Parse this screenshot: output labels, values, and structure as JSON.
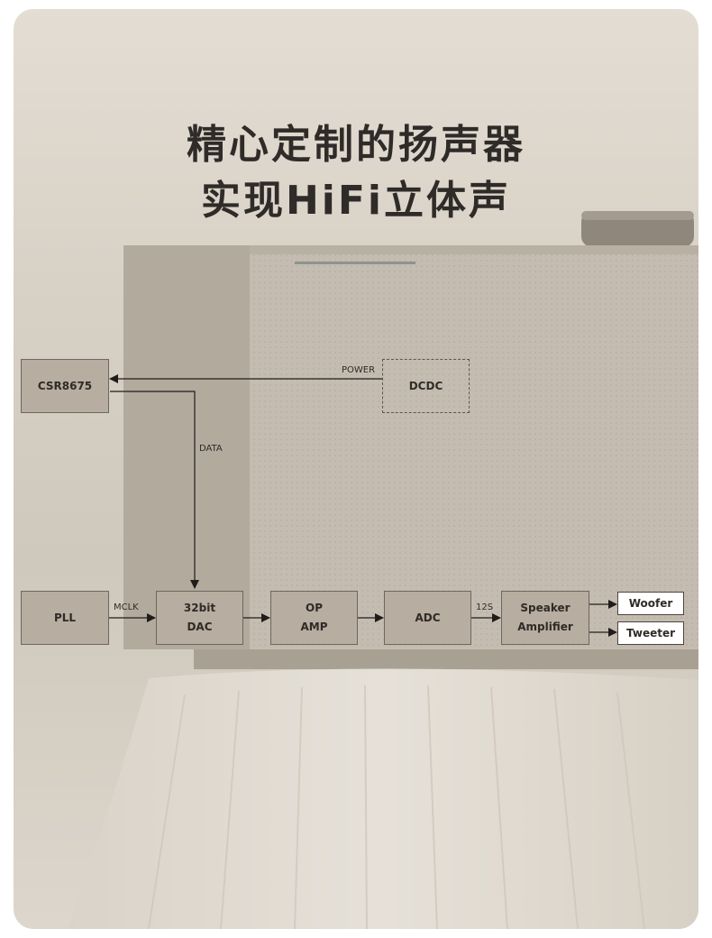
{
  "title": {
    "line1": "精心定制的扬声器",
    "line2": "实现HiFi立体声"
  },
  "diagram": {
    "blocks": {
      "csr": "CSR8675",
      "dcdc": "DCDC",
      "pll": "PLL",
      "dac_line1": "32bit",
      "dac_line2": "DAC",
      "op_line1": "OP",
      "op_line2": "AMP",
      "adc": "ADC",
      "spk_line1": "Speaker",
      "spk_line2": "Amplifier",
      "woofer": "Woofer",
      "tweeter": "Tweeter"
    },
    "labels": {
      "power": "POWER",
      "data": "DATA",
      "mclk": "MCLK",
      "i2s": "12S"
    }
  }
}
